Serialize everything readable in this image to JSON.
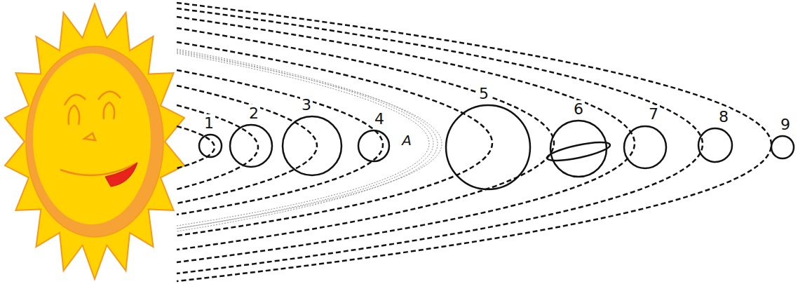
{
  "diagram": {
    "nodes": [
      {
        "text": [
          "1"
        ]
      },
      {
        "text": [
          "2"
        ]
      },
      {
        "text": [
          "3"
        ]
      },
      {
        "text": [
          "4"
        ]
      },
      {
        "text": [
          "5"
        ]
      },
      {
        "text": [
          "6"
        ]
      },
      {
        "text": [
          "7"
        ]
      },
      {
        "text": [
          "8"
        ]
      },
      {
        "text": [
          "9"
        ]
      }
    ],
    "labels": [
      "A"
    ]
  }
}
